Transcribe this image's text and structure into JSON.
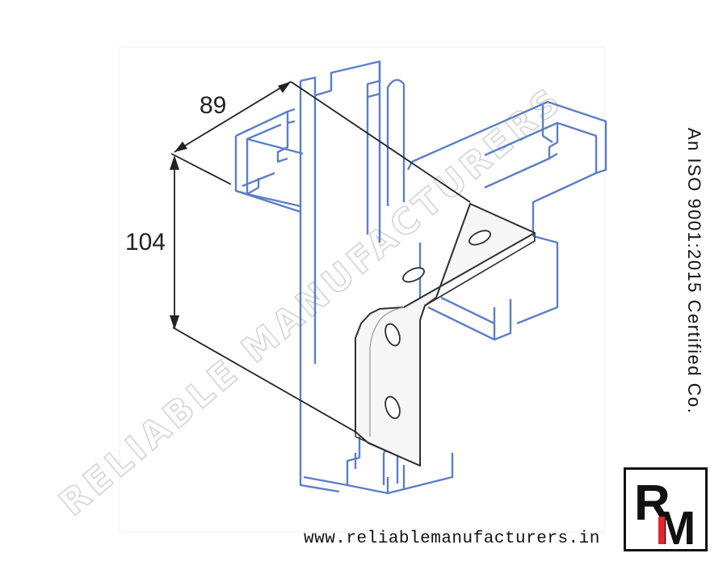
{
  "dimensions": {
    "width_label": "89",
    "height_label": "104"
  },
  "watermark": {
    "text": "RELIABLE MANUFACTURERS"
  },
  "certification": {
    "text": "An ISO 9001:2015 Certified Co."
  },
  "website": {
    "text": "www.reliablemanufacturers.in"
  },
  "logo": {
    "letter_r": "R",
    "letter_m": "M",
    "accent_color": "#e3262c"
  },
  "colors": {
    "channel_outline": "#5b7fc8",
    "bracket_fill": "#f6f6f6",
    "bracket_outline": "#2f2f2f",
    "dimension_line": "#222222"
  }
}
